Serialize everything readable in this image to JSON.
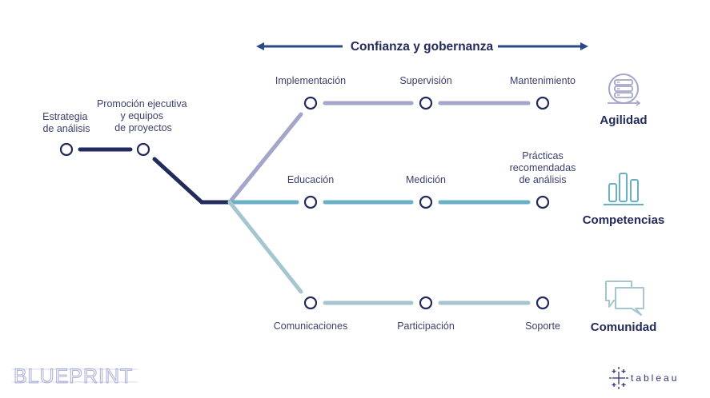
{
  "header": {
    "title": "Confianza y gobernanza"
  },
  "start_nodes": [
    {
      "id": "estrategia",
      "label_lines": [
        "Estrategia",
        "de análisis"
      ]
    },
    {
      "id": "promocion",
      "label_lines": [
        "Promoción ejecutiva",
        "y equipos",
        "de proyectos"
      ]
    }
  ],
  "tracks": [
    {
      "id": "agilidad",
      "category": "Agilidad",
      "icon": "server-cycle-icon",
      "color": "#a3a5c9",
      "nodes": [
        {
          "label_lines": [
            "Implementación"
          ]
        },
        {
          "label_lines": [
            "Supervisión"
          ]
        },
        {
          "label_lines": [
            "Mantenimiento"
          ]
        }
      ]
    },
    {
      "id": "competencias",
      "category": "Competencias",
      "icon": "bar-chart-icon",
      "color": "#69b0c6",
      "nodes": [
        {
          "label_lines": [
            "Educación"
          ]
        },
        {
          "label_lines": [
            "Medición"
          ]
        },
        {
          "label_lines": [
            "Prácticas",
            "recomendadas",
            "de análisis"
          ]
        }
      ]
    },
    {
      "id": "comunidad",
      "category": "Comunidad",
      "icon": "chat-bubbles-icon",
      "color": "#a6c6cf",
      "nodes": [
        {
          "label_lines": [
            "Comunicaciones"
          ]
        },
        {
          "label_lines": [
            "Participación"
          ]
        },
        {
          "label_lines": [
            "Soporte"
          ]
        }
      ]
    }
  ],
  "colors": {
    "navy": "#232a5c",
    "node_stroke": "#232a5c",
    "arrow": "#2a4a86"
  },
  "footer": {
    "left_logo": "BLUEPRINT",
    "right_logo": "tableau"
  }
}
